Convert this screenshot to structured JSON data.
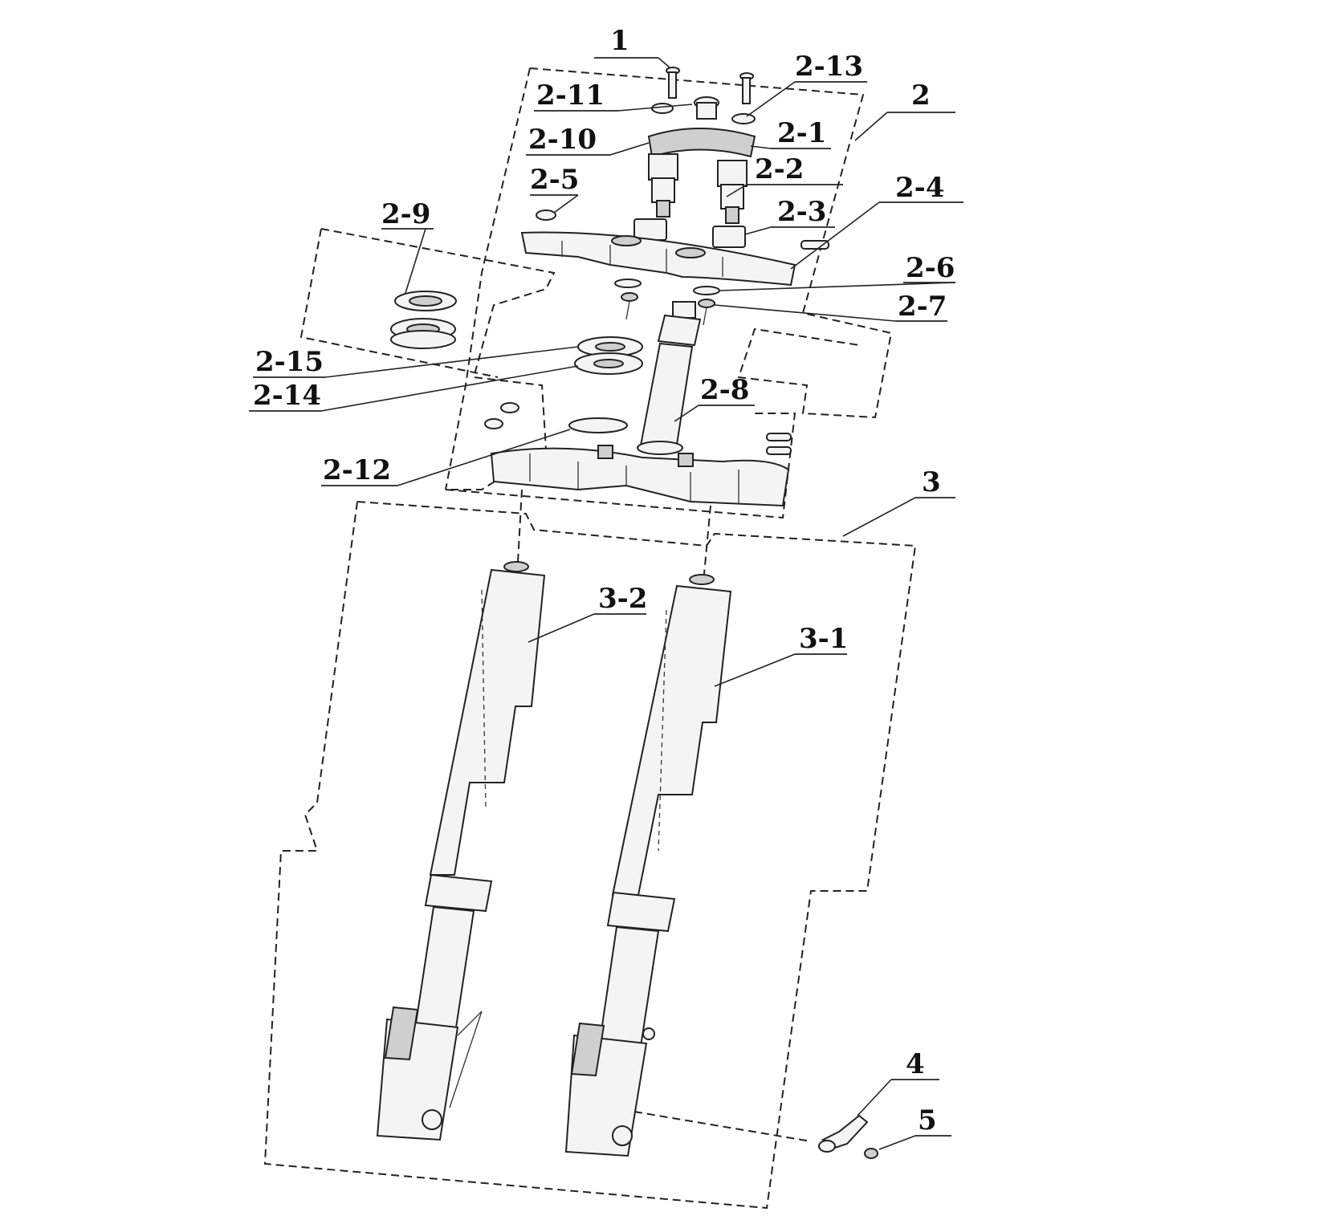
{
  "diagram": {
    "callouts": [
      {
        "id": "1",
        "label": "1"
      },
      {
        "id": "2",
        "label": "2"
      },
      {
        "id": "2-1",
        "label": "2-1"
      },
      {
        "id": "2-2",
        "label": "2-2"
      },
      {
        "id": "2-3",
        "label": "2-3"
      },
      {
        "id": "2-4",
        "label": "2-4"
      },
      {
        "id": "2-5",
        "label": "2-5"
      },
      {
        "id": "2-6",
        "label": "2-6"
      },
      {
        "id": "2-7",
        "label": "2-7"
      },
      {
        "id": "2-8",
        "label": "2-8"
      },
      {
        "id": "2-9",
        "label": "2-9"
      },
      {
        "id": "2-10",
        "label": "2-10"
      },
      {
        "id": "2-11",
        "label": "2-11"
      },
      {
        "id": "2-12",
        "label": "2-12"
      },
      {
        "id": "2-13",
        "label": "2-13"
      },
      {
        "id": "2-14",
        "label": "2-14"
      },
      {
        "id": "2-15",
        "label": "2-15"
      },
      {
        "id": "3",
        "label": "3"
      },
      {
        "id": "3-1",
        "label": "3-1"
      },
      {
        "id": "3-2",
        "label": "3-2"
      },
      {
        "id": "4",
        "label": "4"
      },
      {
        "id": "5",
        "label": "5"
      }
    ]
  }
}
